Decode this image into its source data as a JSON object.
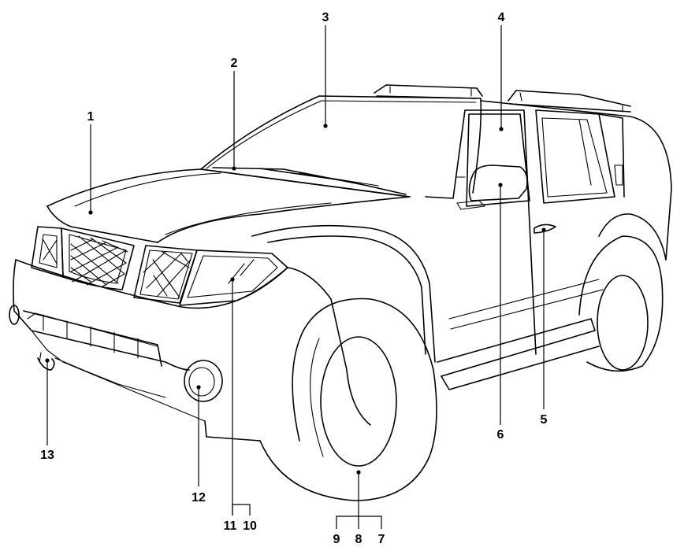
{
  "callouts": [
    {
      "id": "1",
      "label": "1"
    },
    {
      "id": "2",
      "label": "2"
    },
    {
      "id": "3",
      "label": "3"
    },
    {
      "id": "4",
      "label": "4"
    },
    {
      "id": "5",
      "label": "5"
    },
    {
      "id": "6",
      "label": "6"
    },
    {
      "id": "7",
      "label": "7"
    },
    {
      "id": "8",
      "label": "8"
    },
    {
      "id": "9",
      "label": "9"
    },
    {
      "id": "10",
      "label": "10"
    },
    {
      "id": "11",
      "label": "11"
    },
    {
      "id": "12",
      "label": "12"
    },
    {
      "id": "13",
      "label": "13"
    }
  ]
}
